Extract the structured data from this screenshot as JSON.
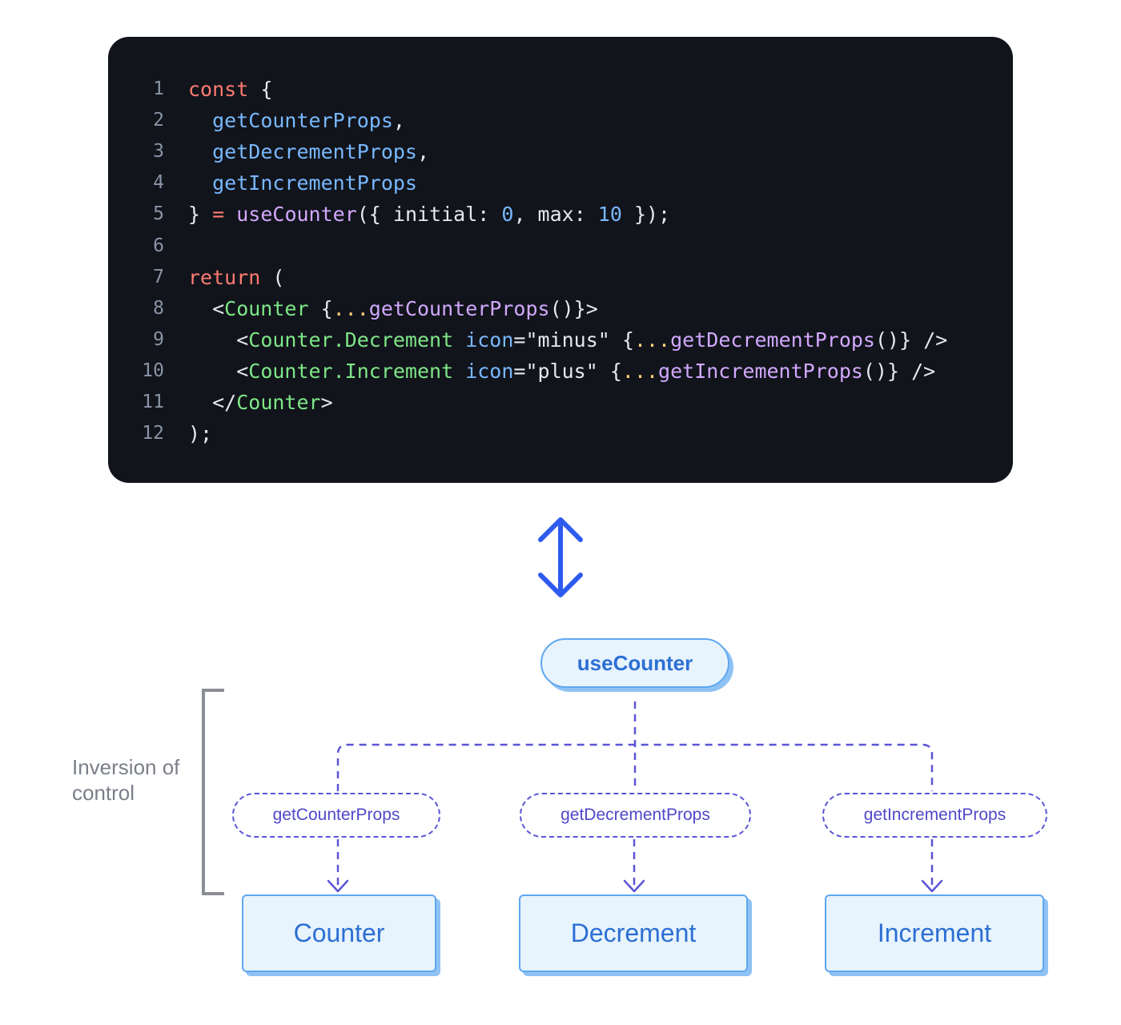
{
  "code": {
    "lines": [
      {
        "n": "1",
        "tokens": [
          {
            "t": "const",
            "c": "kw"
          },
          {
            "t": " {",
            "c": "punc"
          }
        ]
      },
      {
        "n": "2",
        "tokens": [
          {
            "t": "  ",
            "c": "punc"
          },
          {
            "t": "getCounterProps",
            "c": "fn"
          },
          {
            "t": ",",
            "c": "punc"
          }
        ]
      },
      {
        "n": "3",
        "tokens": [
          {
            "t": "  ",
            "c": "punc"
          },
          {
            "t": "getDecrementProps",
            "c": "fn"
          },
          {
            "t": ",",
            "c": "punc"
          }
        ]
      },
      {
        "n": "4",
        "tokens": [
          {
            "t": "  ",
            "c": "punc"
          },
          {
            "t": "getIncrementProps",
            "c": "fn"
          }
        ]
      },
      {
        "n": "5",
        "tokens": [
          {
            "t": "} ",
            "c": "punc"
          },
          {
            "t": "=",
            "c": "kw"
          },
          {
            "t": " ",
            "c": "punc"
          },
          {
            "t": "useCounter",
            "c": "call"
          },
          {
            "t": "({ initial: ",
            "c": "punc"
          },
          {
            "t": "0",
            "c": "num"
          },
          {
            "t": ", max: ",
            "c": "punc"
          },
          {
            "t": "10",
            "c": "num"
          },
          {
            "t": " });",
            "c": "punc"
          }
        ]
      },
      {
        "n": "6",
        "tokens": []
      },
      {
        "n": "7",
        "tokens": [
          {
            "t": "return",
            "c": "kw"
          },
          {
            "t": " (",
            "c": "punc"
          }
        ]
      },
      {
        "n": "8",
        "tokens": [
          {
            "t": "  <",
            "c": "punc"
          },
          {
            "t": "Counter",
            "c": "comp"
          },
          {
            "t": " {",
            "c": "punc"
          },
          {
            "t": "...",
            "c": "spread"
          },
          {
            "t": "getCounterProps",
            "c": "call"
          },
          {
            "t": "()}>",
            "c": "punc"
          }
        ]
      },
      {
        "n": "9",
        "tokens": [
          {
            "t": "    <",
            "c": "punc"
          },
          {
            "t": "Counter.Decrement",
            "c": "comp"
          },
          {
            "t": " ",
            "c": "punc"
          },
          {
            "t": "icon",
            "c": "attr"
          },
          {
            "t": "=\"minus\"",
            "c": "str"
          },
          {
            "t": " {",
            "c": "punc"
          },
          {
            "t": "...",
            "c": "spread"
          },
          {
            "t": "getDecrementProps",
            "c": "call"
          },
          {
            "t": "()} />",
            "c": "punc"
          }
        ]
      },
      {
        "n": "10",
        "tokens": [
          {
            "t": "    <",
            "c": "punc"
          },
          {
            "t": "Counter.Increment",
            "c": "comp"
          },
          {
            "t": " ",
            "c": "punc"
          },
          {
            "t": "icon",
            "c": "attr"
          },
          {
            "t": "=\"plus\"",
            "c": "str"
          },
          {
            "t": " {",
            "c": "punc"
          },
          {
            "t": "...",
            "c": "spread"
          },
          {
            "t": "getIncrementProps",
            "c": "call"
          },
          {
            "t": "()} />",
            "c": "punc"
          }
        ]
      },
      {
        "n": "11",
        "tokens": [
          {
            "t": "  </",
            "c": "punc"
          },
          {
            "t": "Counter",
            "c": "comp"
          },
          {
            "t": ">",
            "c": "punc"
          }
        ]
      },
      {
        "n": "12",
        "tokens": [
          {
            "t": ");",
            "c": "punc"
          }
        ]
      }
    ]
  },
  "diagram": {
    "hook": "useCounter",
    "prop_getters": [
      "getCounterProps",
      "getDecrementProps",
      "getIncrementProps"
    ],
    "components": [
      "Counter",
      "Decrement",
      "Increment"
    ],
    "bracket_label": "Inversion of control"
  },
  "colors": {
    "arrow": "#2e5bef",
    "dashed_line": "#5b55d6",
    "bracket": "#8a8d93"
  }
}
